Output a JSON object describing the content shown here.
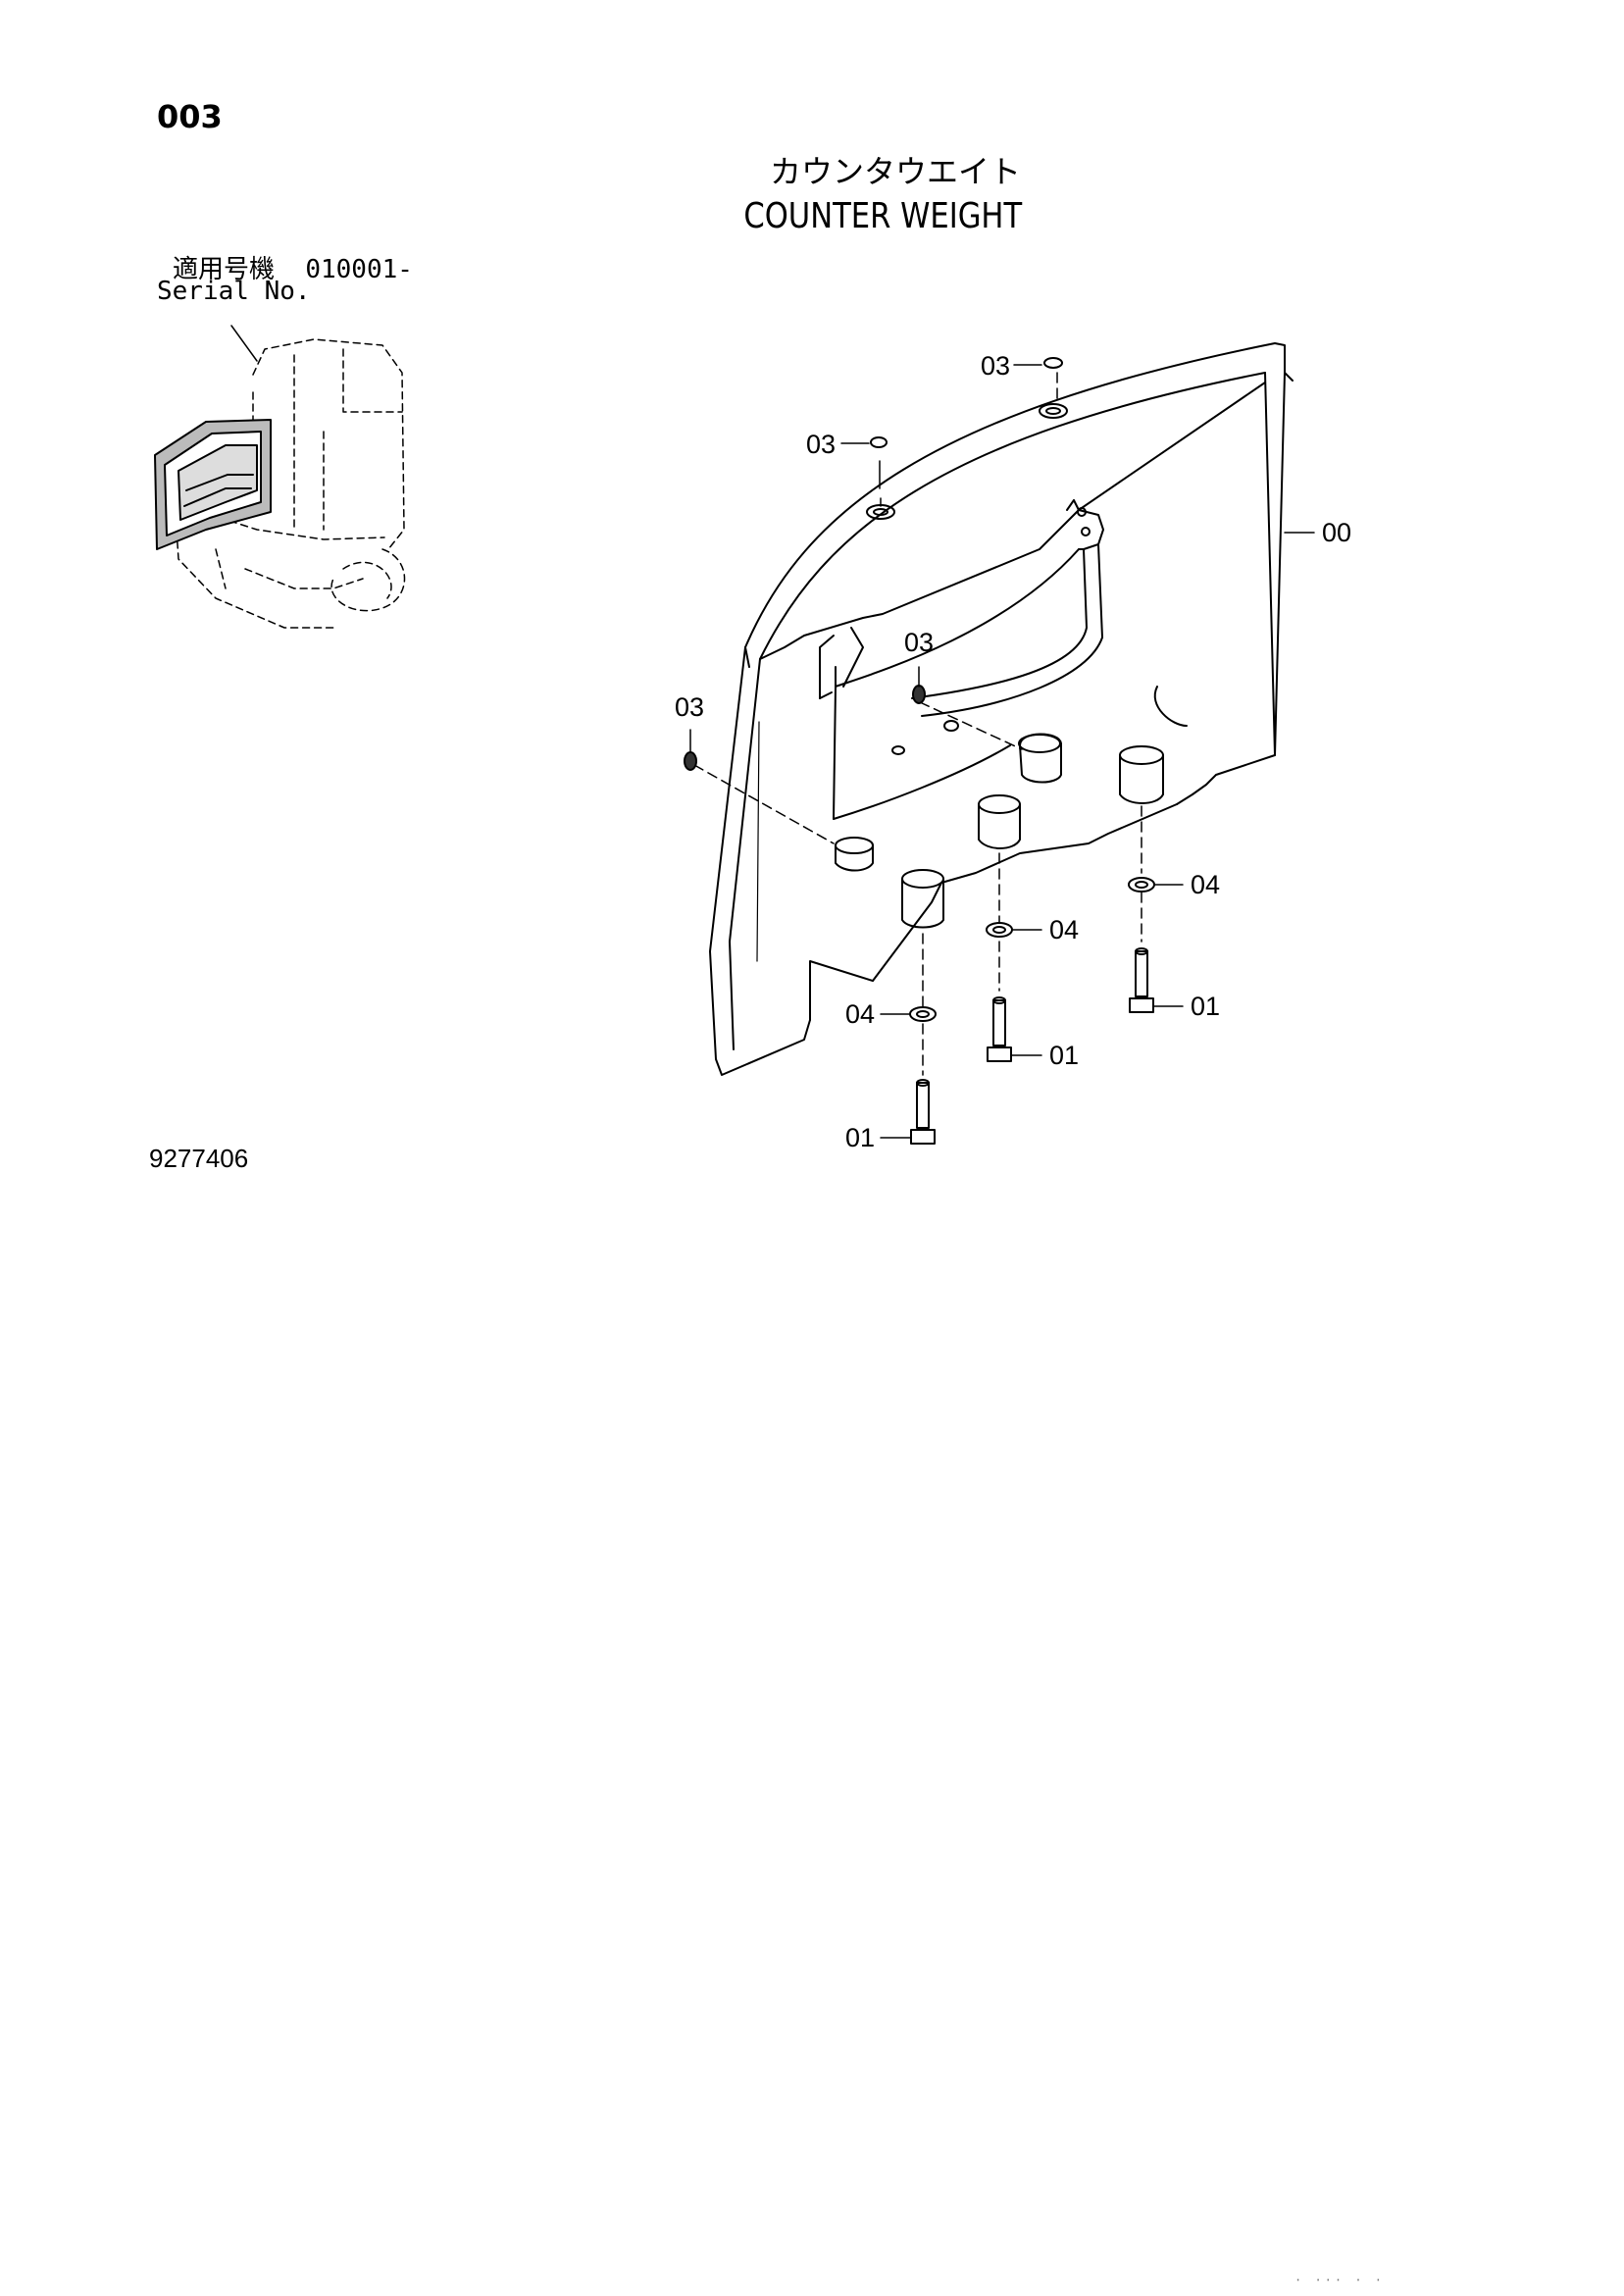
{
  "page": {
    "number": "003",
    "title_jp": "カウンタウエイト",
    "title_en": "COUNTER WEIGHT",
    "serial_label_jp": "適用号機",
    "serial_range": "010001-",
    "serial_label_en": "Serial No.",
    "figure_number": "9277406",
    "footer_mark": "· ··· · ·"
  },
  "callouts": [
    {
      "id": "callout-00",
      "label": "00"
    },
    {
      "id": "callout-03-top-right",
      "label": "03"
    },
    {
      "id": "callout-03-top-left",
      "label": "03"
    },
    {
      "id": "callout-03-middle",
      "label": "03"
    },
    {
      "id": "callout-03-left",
      "label": "03"
    },
    {
      "id": "callout-04-right",
      "label": "04"
    },
    {
      "id": "callout-04-middle",
      "label": "04"
    },
    {
      "id": "callout-04-left",
      "label": "04"
    },
    {
      "id": "callout-01-right",
      "label": "01"
    },
    {
      "id": "callout-01-middle",
      "label": "01"
    },
    {
      "id": "callout-01-left",
      "label": "01"
    }
  ]
}
